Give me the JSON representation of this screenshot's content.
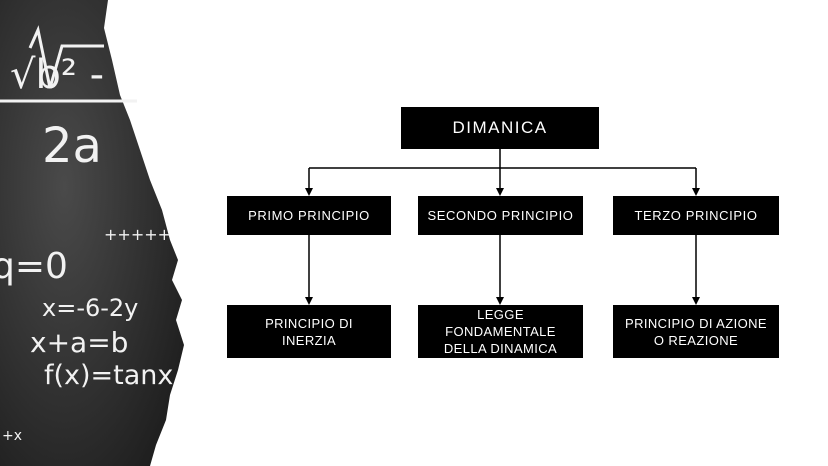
{
  "colors": {
    "node_background": "#000000",
    "node_text": "#ffffff",
    "connector": "#000000",
    "chalkboard": "#2c2c2c"
  },
  "chalkboard": {
    "formula_top": "√b² -",
    "denominator": "2a",
    "ticks": "+++++",
    "equation_1": "q=0",
    "equation_2": "x=-6-2y",
    "equation_3": "x+a=b",
    "equation_4": "f(x)=tanx",
    "corner": "+x"
  },
  "diagram": {
    "root": "DIMANICA",
    "level1": [
      "PRIMO PRINCIPIO",
      "SECONDO PRINCIPIO",
      "TERZO PRINCIPIO"
    ],
    "level2": [
      "PRINCIPIO DI\nINERZIA",
      "LEGGE FONDAMENTALE\nDELLA DINAMICA",
      "PRINCIPIO DI AZIONE\nO REAZIONE"
    ]
  }
}
